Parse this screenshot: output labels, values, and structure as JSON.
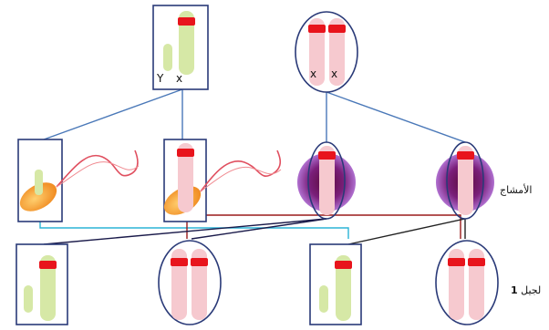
{
  "labels": {
    "father_y": "Y",
    "father_x": "x",
    "mother_x1": "x",
    "mother_x2": "x",
    "gametes": "الأمشاج",
    "generation_word": "لجيل",
    "generation_number": "1"
  },
  "colors": {
    "chromosome_green": "#d6e8a6",
    "chromosome_pink": "#f6c9cf",
    "centromere_red": "#e8141c",
    "frame_blue": "#2a3a78",
    "line_blue": "#4a78b8",
    "line_cyan": "#2bb3d6",
    "line_darkred": "#9a1a1a",
    "line_navy": "#1a1a4a",
    "line_black": "#222222",
    "egg_purple": "#8a2aa8",
    "sperm_orange": "#f2a030",
    "sperm_tail": "#e05060"
  }
}
